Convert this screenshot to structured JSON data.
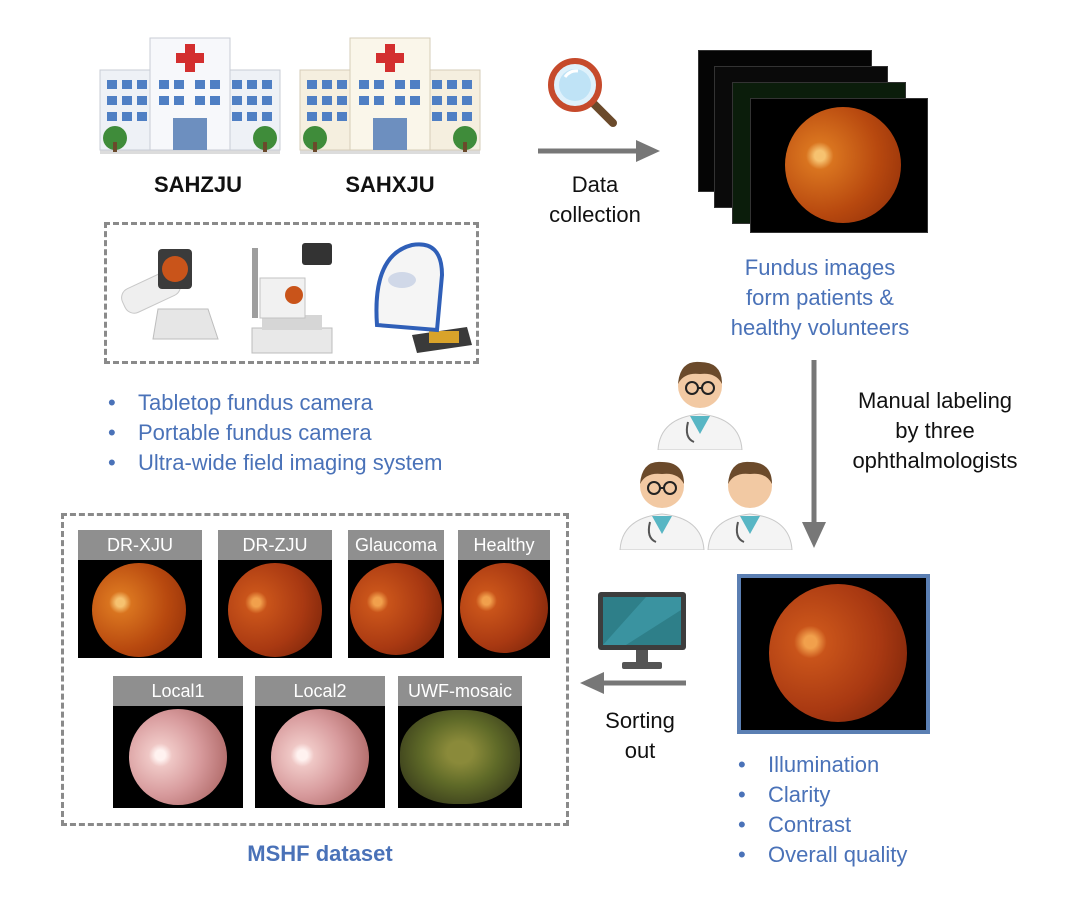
{
  "hospitals": [
    {
      "name": "SAHZJU"
    },
    {
      "name": "SAHXJU"
    }
  ],
  "data_collection_label": [
    "Data",
    "collection"
  ],
  "fundus_caption": [
    "Fundus images",
    "form patients &",
    "healthy volunteers"
  ],
  "manual_labeling_label": [
    "Manual labeling",
    "by three",
    "ophthalmologists"
  ],
  "devices": [
    "Tabletop fundus camera",
    "Portable fundus camera",
    "Ultra-wide field imaging system"
  ],
  "quality_criteria": [
    "Illumination",
    "Clarity",
    "Contrast",
    "Overall quality"
  ],
  "sorting_label": [
    "Sorting",
    "out"
  ],
  "dataset": {
    "title": "MSHF dataset",
    "categories": [
      "DR-XJU",
      "DR-ZJU",
      "Glaucoma",
      "Healthy",
      "Local1",
      "Local2",
      "UWF-mosaic"
    ]
  },
  "colors": {
    "accent_blue": "#4a72b8",
    "arrow_gray": "#777777",
    "label_bar_gray": "#8f8f8f",
    "dashed_border": "#8a8a8a"
  },
  "icons": [
    "hospital-icon",
    "magnifier-icon",
    "doctor-icon",
    "monitor-icon",
    "fundus-camera-icon"
  ]
}
